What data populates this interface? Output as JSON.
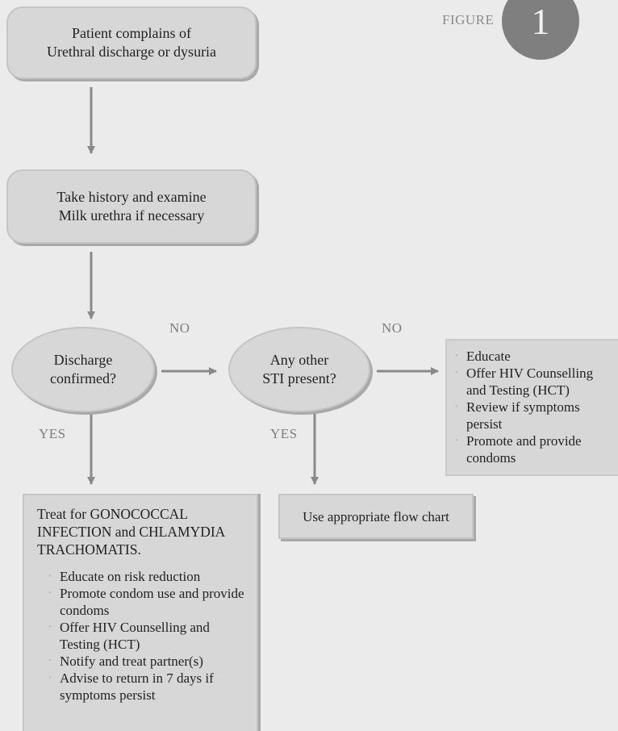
{
  "figure": {
    "label": "FIGURE",
    "number": "1"
  },
  "nodes": {
    "start": {
      "lines": [
        "Patient complains of",
        "Urethral discharge or dysuria"
      ]
    },
    "exam": {
      "lines": [
        "Take history and examine",
        "Milk urethra if necessary"
      ]
    },
    "discharge": {
      "lines": [
        "Discharge",
        "confirmed?"
      ]
    },
    "other_sti": {
      "lines": [
        "Any other",
        "STI present?"
      ]
    },
    "no_sti": {
      "items": [
        "Educate",
        "Offer HIV Counselling and Testing (HCT)",
        "Review if symptoms persist",
        "Promote and provide condoms"
      ]
    },
    "flow_chart": {
      "text": "Use appropriate flow chart"
    },
    "treat": {
      "lines": [
        "Treat for GONOCOCCAL",
        "INFECTION and CHLAMYDIA",
        "TRACHOMATIS."
      ],
      "items": [
        "Educate on risk reduction",
        "Promote condom use and provide condoms",
        "Offer HIV Counselling and Testing (HCT)",
        "Notify and treat partner(s)",
        "Advise to return in 7 days if symptoms persist"
      ]
    }
  },
  "edge_labels": {
    "no_1": "NO",
    "no_2": "NO",
    "yes_1": "YES",
    "yes_2": "YES"
  },
  "colors": {
    "background": "#ebebeb",
    "box_fill": "#d7d7d7",
    "arrow": "#8a8a8a",
    "badge": "#7f7f7f"
  }
}
